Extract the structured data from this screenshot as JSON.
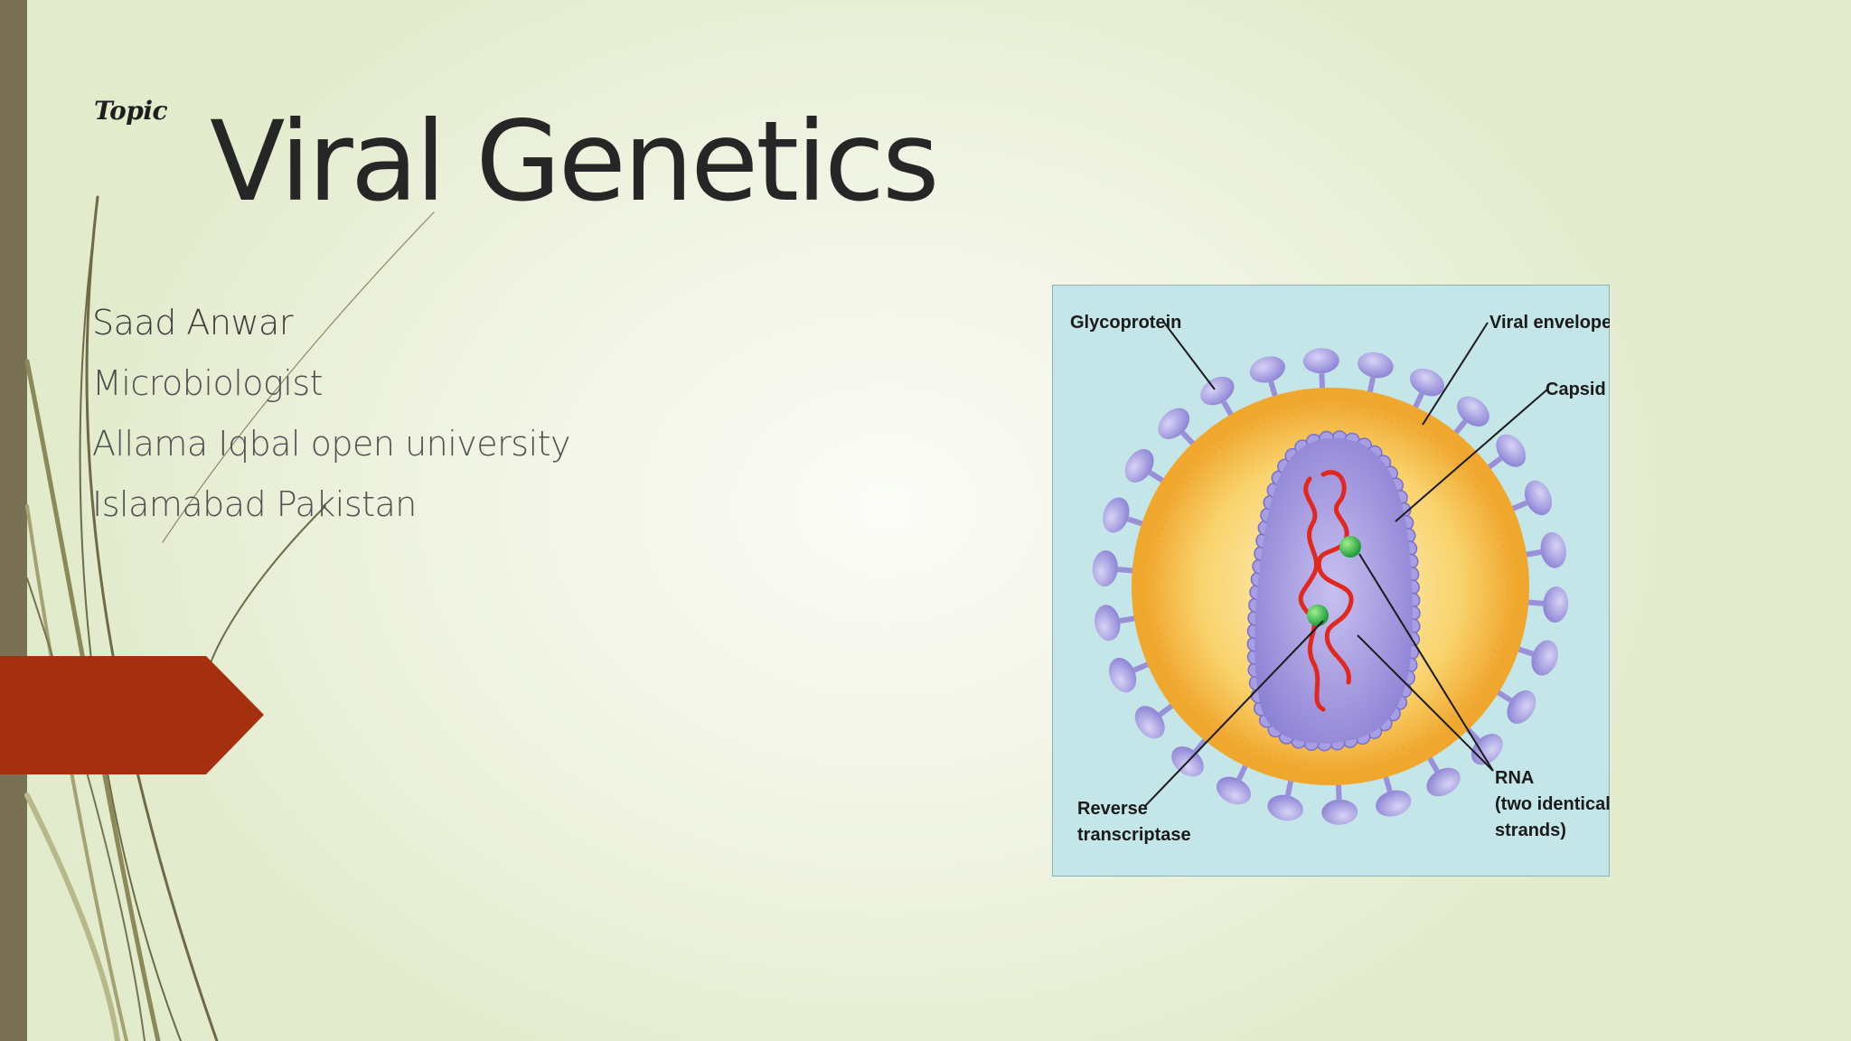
{
  "slide": {
    "topic_label": "Topic",
    "title": "Viral Genetics",
    "subtitle_lines": [
      "Saad Anwar",
      "Microbiologist",
      "Allama Iqbal open university",
      "Islamabad Pakistan"
    ]
  },
  "diagram": {
    "labels": {
      "glycoprotein": "Glycoprotein",
      "viral_envelope": "Viral envelope",
      "capsid": "Capsid",
      "rna_line1": "RNA",
      "rna_line2": "(two identical",
      "rna_line3": "strands)",
      "rt_line1": "Reverse",
      "rt_line2": "transcriptase"
    }
  },
  "colors": {
    "accent_tab": "#a5300f",
    "left_bar": "#7a7154",
    "diagram_background": "#c4e6e8",
    "envelope": "#f5b43c",
    "capsid": "#9a8fd9",
    "rna": "#e0281e",
    "enzyme": "#3cb44b"
  }
}
